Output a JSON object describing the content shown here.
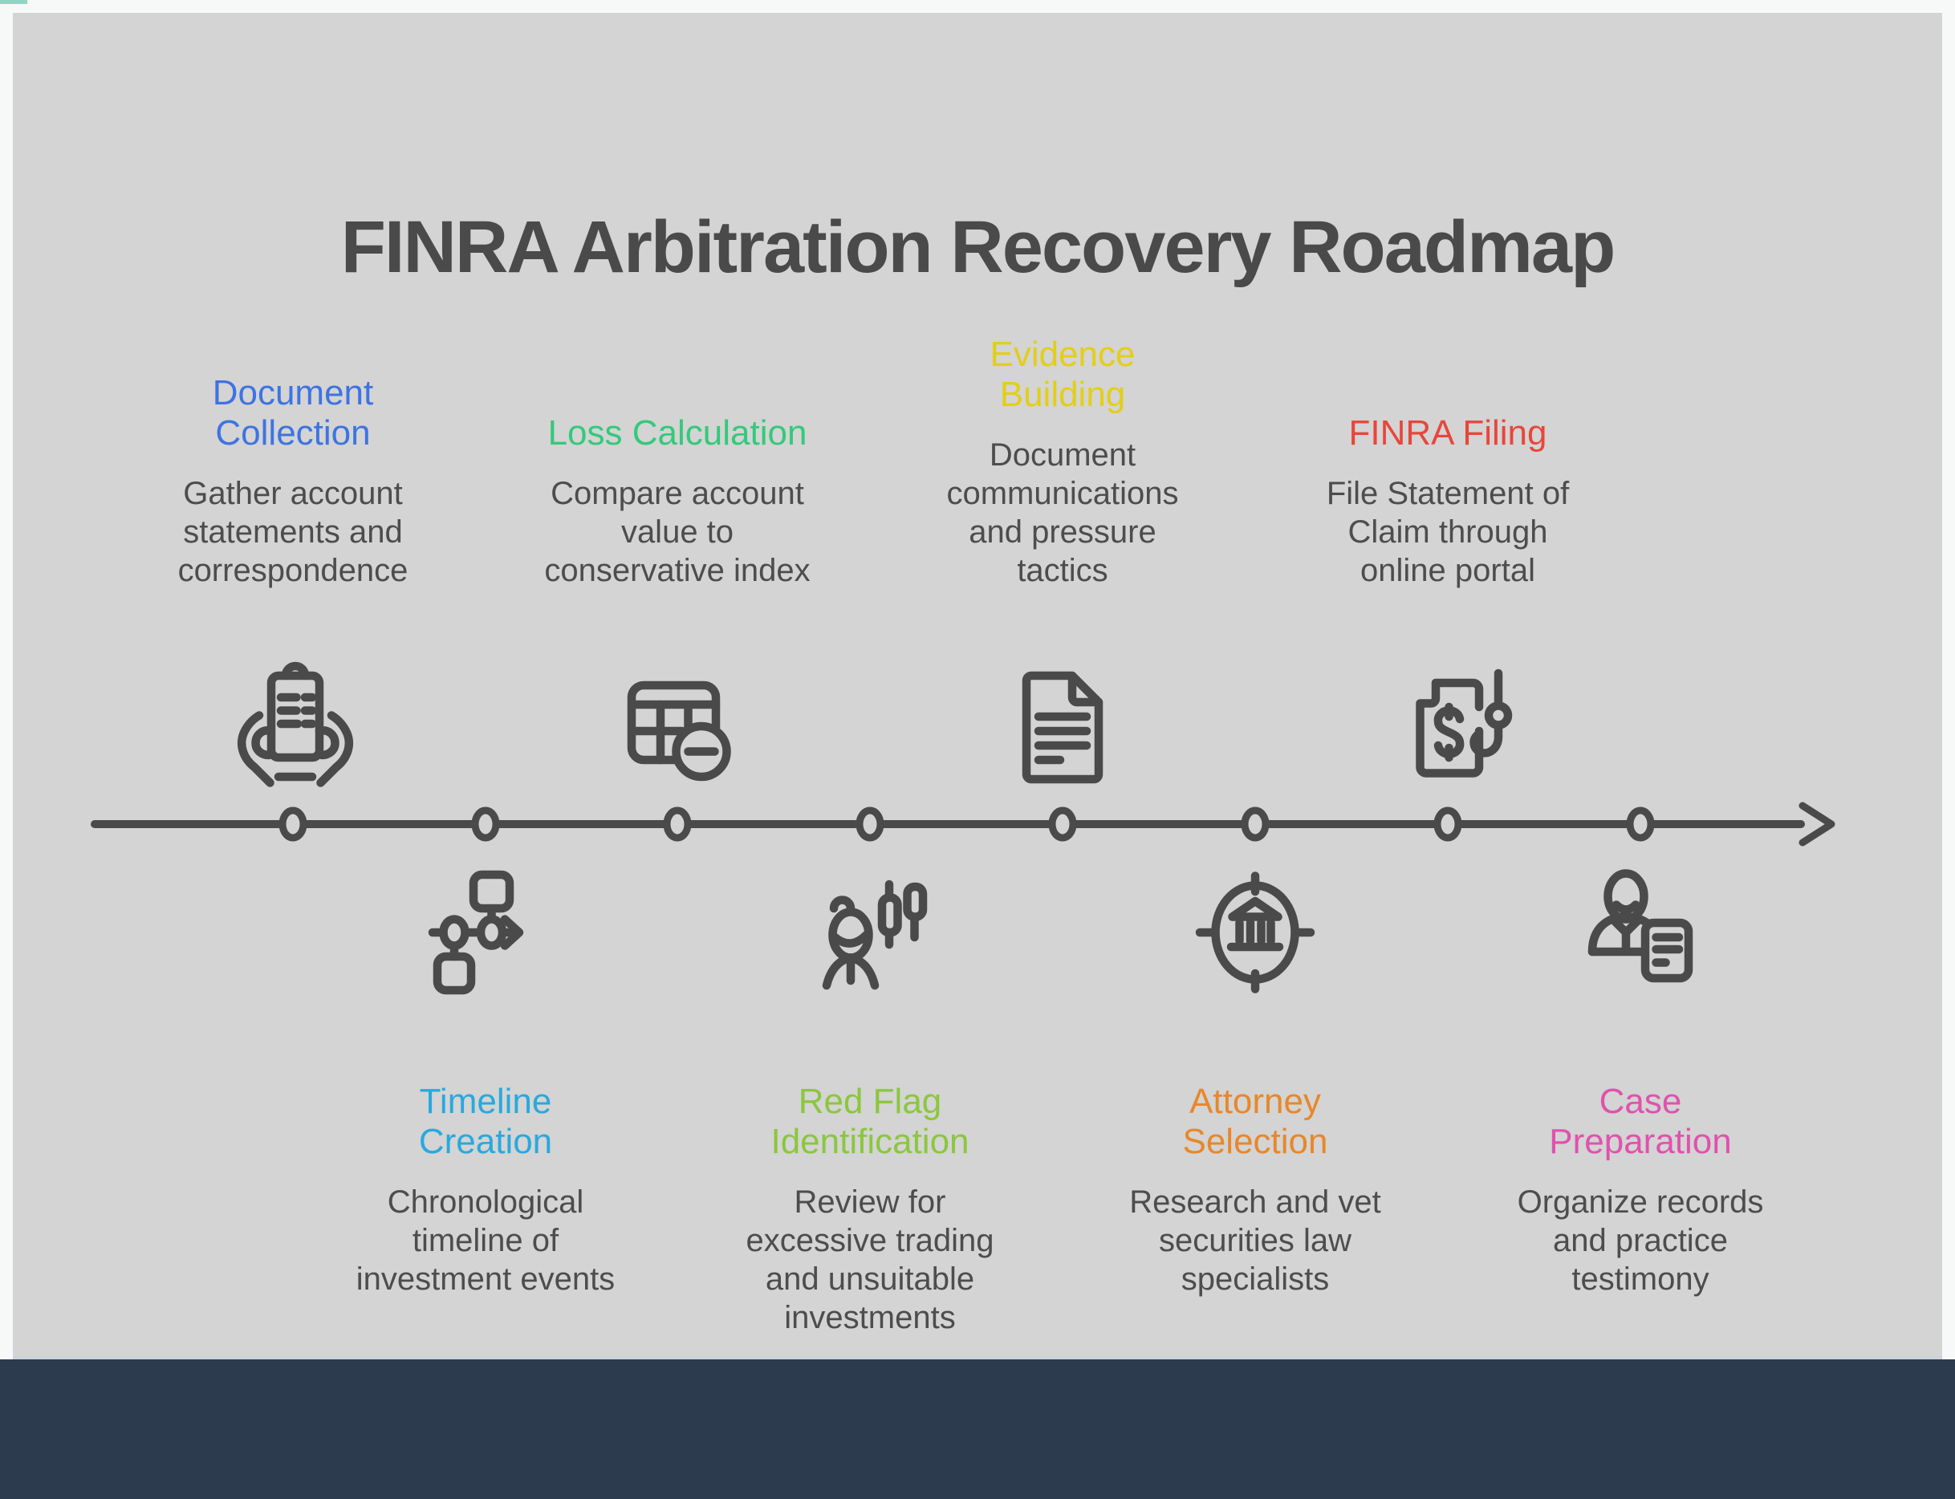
{
  "page": {
    "title": "FINRA Arbitration Recovery Roadmap"
  },
  "colors": {
    "page_background": "#f7f8f8",
    "canvas_background": "#d3d4d3",
    "footer_bar": "#2c3b4e",
    "ink": "#4a4a4a",
    "body_text": "#4d4d4d"
  },
  "timeline": {
    "node_count": 8,
    "direction": "left-to-right-arrow"
  },
  "steps": [
    {
      "title": "Document Collection",
      "description": "Gather account statements and correspondence",
      "color": "#3e73e3",
      "position": "top",
      "icon": "hands-document-icon"
    },
    {
      "title": "Timeline Creation",
      "description": "Chronological timeline of investment events",
      "color": "#29a9de",
      "position": "bottom",
      "icon": "flowchart-icon"
    },
    {
      "title": "Loss Calculation",
      "description": "Compare account value to conservative index",
      "color": "#34c97b",
      "position": "top",
      "icon": "table-minus-icon"
    },
    {
      "title": "Red Flag Identification",
      "description": "Review for excessive trading and unsuitable investments",
      "color": "#8cc63f",
      "position": "bottom",
      "icon": "person-candlestick-icon"
    },
    {
      "title": "Evidence Building",
      "description": "Document communications and pressure tactics",
      "color": "#e3ce17",
      "position": "top",
      "icon": "document-icon"
    },
    {
      "title": "Attorney Selection",
      "description": "Research and vet securities law specialists",
      "color": "#e8872b",
      "position": "bottom",
      "icon": "bank-target-icon"
    },
    {
      "title": "FINRA Filing",
      "description": "File Statement of Claim through online portal",
      "color": "#e8463c",
      "position": "top",
      "icon": "dollar-document-hook-icon"
    },
    {
      "title": "Case Preparation",
      "description": "Organize records and practice testimony",
      "color": "#e052ae",
      "position": "bottom",
      "icon": "person-document-icon"
    }
  ]
}
